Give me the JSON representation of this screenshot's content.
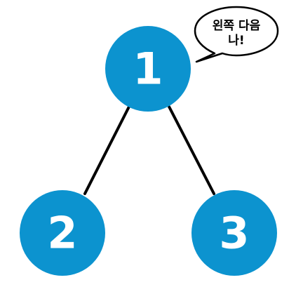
{
  "colors": {
    "node_fill": "#0c93cf",
    "node_text": "#ffffff",
    "edge": "#000000",
    "bubble_fill": "#ffffff",
    "bubble_stroke": "#000000"
  },
  "tree": {
    "root": {
      "label": "1"
    },
    "left_child": {
      "label": "2"
    },
    "right_child": {
      "label": "3"
    }
  },
  "speech_bubble": {
    "line1": "왼쪽 다음",
    "line2": "나!"
  }
}
